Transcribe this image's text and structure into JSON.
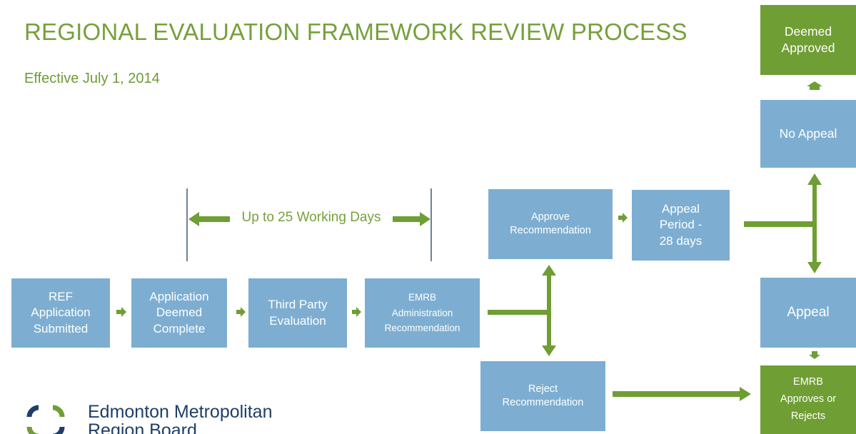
{
  "header": {
    "title": "REGIONAL EVALUATION FRAMEWORK REVIEW PROCESS",
    "subtitle": "Effective July 1, 2014"
  },
  "steps": {
    "ref_application": "REF\nApplication\nSubmitted",
    "application_complete": "Application\nDeemed\nComplete",
    "third_party": "Third Party\nEvaluation",
    "emrb_admin": "EMRB\nAdministration\nRecommendation",
    "approve": "Approve\nRecommendation",
    "appeal_period": "Appeal\nPeriod -\n28 days",
    "reject": "Reject\nRecommendation",
    "deemed_approved": "Deemed\nApproved",
    "no_appeal": "No Appeal",
    "appeal": "Appeal",
    "emrb_final": "EMRB\nApproves or\nRejects"
  },
  "timeline": {
    "label": "Up to 25 Working Days"
  },
  "logo": {
    "text": "Edmonton Metropolitan\nRegion Board"
  },
  "colors": {
    "green": "#6f9e34",
    "blue": "#7daed1",
    "title_green": "#76a03c",
    "logo_navy": "#1f3f66"
  }
}
